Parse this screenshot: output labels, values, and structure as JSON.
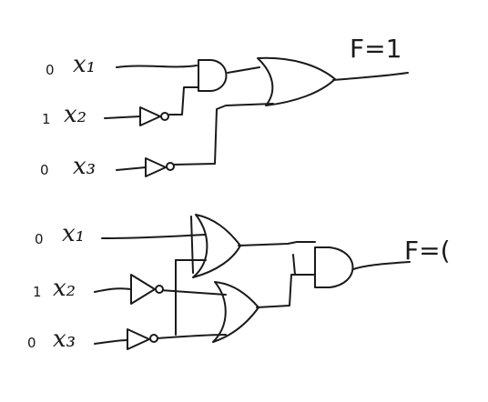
{
  "circuit_top": {
    "inputs": [
      {
        "bit": "0",
        "var": "x₁"
      },
      {
        "bit": "1",
        "var": "x₂"
      },
      {
        "bit": "0",
        "var": "x₃"
      }
    ],
    "output_label": "F=1"
  },
  "circuit_bottom": {
    "inputs": [
      {
        "bit": "0",
        "var": "x₁"
      },
      {
        "bit": "1",
        "var": "x₂"
      },
      {
        "bit": "0",
        "var": "x₃"
      }
    ],
    "output_label": "F=("
  },
  "colors": {
    "ink": "#1a1a1a",
    "paper": "#ffffff"
  }
}
